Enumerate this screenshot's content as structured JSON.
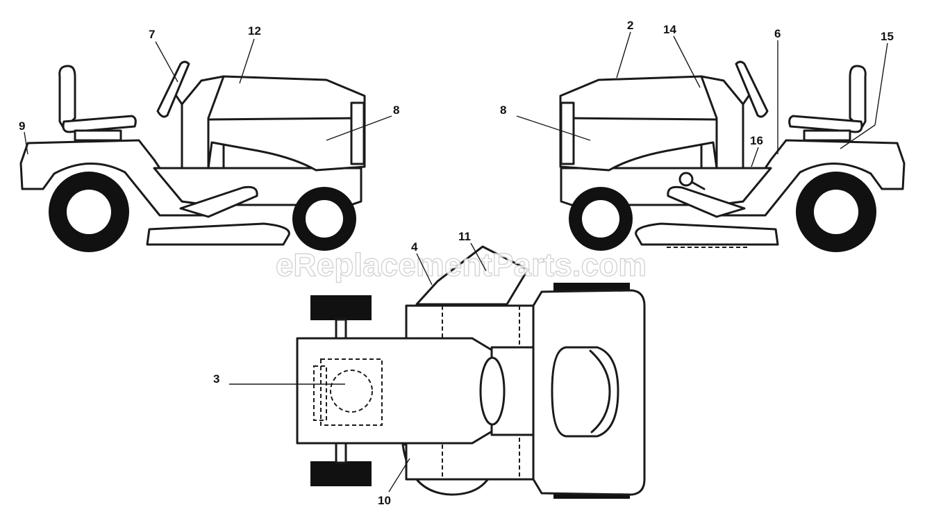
{
  "watermark": "eReplacementParts.com",
  "callouts": {
    "c2": "2",
    "c3": "3",
    "c4": "4",
    "c6": "6",
    "c7": "7",
    "c8_left": "8",
    "c8_right": "8",
    "c9": "9",
    "c10": "10",
    "c11": "11",
    "c12": "12",
    "c14": "14",
    "c15": "15",
    "c16": "16"
  }
}
